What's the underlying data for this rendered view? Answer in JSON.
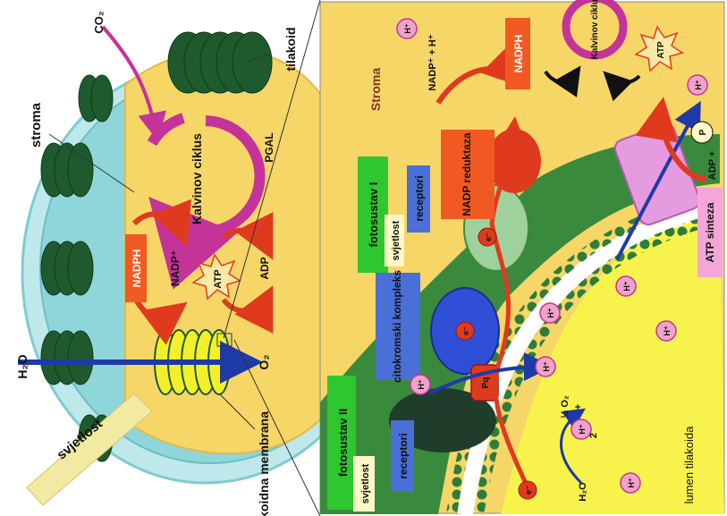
{
  "colors": {
    "stroma_yellow": "#F6D667",
    "lumen_yellow": "#F7F34C",
    "teal_envelope": "#8FD6DA",
    "thylakoid_green": "#1F5A2E",
    "membrane_green": "#2E7D3A",
    "calvin_magenta": "#C4339A",
    "arrow_red": "#E03A1E",
    "arrow_blue": "#1E3AA8",
    "fotosustav_label": "#2FC72F",
    "citokrom_label": "#4A6FD6",
    "receptor_label": "#4A6FD6",
    "nadp_label": "#F05A22",
    "atp_sinteza_label": "#F4A6D8"
  },
  "left_panel": {
    "labels": {
      "stroma": "stroma",
      "tilakoid": "tilakoid",
      "co2": "CO₂",
      "h2o": "H₂O",
      "o2": "O₂",
      "svjetlost": "svjetlost",
      "tilakoidna_membrana": "tilakoidna membrana",
      "kalvinov_ciklus": "Kalvinov ciklus",
      "pgal": "PGAL",
      "nadph": "NADPH",
      "nadp_plus": "NADP⁺",
      "atp": "ATP",
      "adp": "ADP"
    }
  },
  "right_panel": {
    "labels": {
      "stroma": "Stroma",
      "lumen_tilakoida": "lumen tilakoida",
      "fotosustav_ii": "fotosustav II",
      "fotosustav_i": "fotosustav I",
      "citokromski_kompleks": "citokromski kompleks",
      "receptori_1": "receptori",
      "receptori_2": "receptori",
      "svjetlost_1": "svjetlost",
      "svjetlost_2": "svjetlost",
      "nadp_reduktaza": "NADP reduktaza",
      "nadph": "NADPH",
      "nadp_h": "NADP⁺ + H⁺",
      "kalvinov_ciklus": "Kalvinov ciklus",
      "atp": "ATP",
      "atp_sinteza": "ATP sinteza",
      "adp_p": "ADP +",
      "p": "P",
      "h2o": "H₂O",
      "o2_half": "½ O₂",
      "plus": "+",
      "two_h": "2",
      "pq": "Pq",
      "e_minus": "e⁻",
      "h_plus": "H⁺"
    }
  }
}
